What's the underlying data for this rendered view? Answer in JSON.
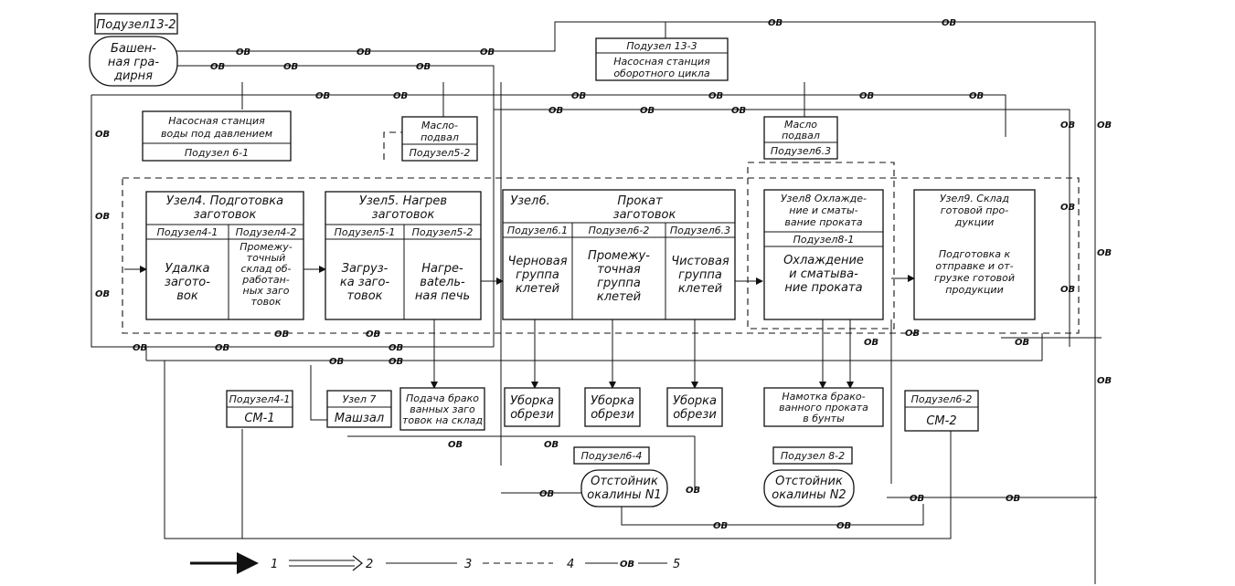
{
  "nodes": {
    "podusel13_2": "Подузел13-2",
    "tower": [
      "Башен-",
      "ная гра-",
      "дирня"
    ],
    "podusel13_3": "Подузел 13-3",
    "pump_circ": [
      "Насосная станция",
      "оборотного цикла"
    ],
    "pump_pressure": [
      "Насосная станция",
      "воды под давлением"
    ],
    "podusel6_1": "Подузел 6-1",
    "oil1": [
      "Масло-",
      "подвал"
    ],
    "podusel5_2a": "Подузел5-2",
    "oil2": [
      "Масло",
      "подвал"
    ],
    "podusel6_3a": "Подузел6.3",
    "uzel4": [
      "Узел4. Подготовка",
      "заготовок"
    ],
    "p4_1": "Подузел4-1",
    "p4_2": "Подузел4-2",
    "p4_1_body": [
      "Удалка",
      "загото-",
      "вок"
    ],
    "p4_2_body": [
      "Промежу-",
      "точный",
      "склад об-",
      "работан-",
      "ных заго",
      "товок"
    ],
    "uzel5": [
      "Узел5. Нагрев",
      "заготовок"
    ],
    "p5_1": "Подузел5-1",
    "p5_2": "Подузел5-2",
    "p5_1_body": [
      "Загруз-",
      "ка заго-",
      "товок"
    ],
    "p5_2_body": [
      "Нагре-",
      "вatель-",
      "ная печь"
    ],
    "uzel6": [
      "Узел6.",
      "Прокат",
      "заготовок"
    ],
    "p6_1": "Подузел6.1",
    "p6_2": "Подузел6-2",
    "p6_3": "Подузел6.3",
    "p6_1_body": [
      "Черновая",
      "группа",
      "клетей"
    ],
    "p6_2_body": [
      "Промежу-",
      "точная",
      "группа",
      "клетей"
    ],
    "p6_3_body": [
      "Чистовая",
      "группа",
      "клетей"
    ],
    "uzel8": [
      "Узел8 Охлажде-",
      "ние и сматы-",
      "вание проката"
    ],
    "p8_1": "Подузел8-1",
    "p8_1_body": [
      "Охлаждение",
      "и сматыва-",
      "ние проката"
    ],
    "uzel9": [
      "Узел9. Склад",
      "готовой про-",
      "дукции"
    ],
    "p9_body": [
      "Подготовка к",
      "отправке и от-",
      "грузке готовой",
      "продукции"
    ],
    "sm1_head": "Подузел4-1",
    "sm1": "СМ-1",
    "uzel7_head": "Узел 7",
    "uzel7": "Машзал",
    "reject_feed": [
      "Подача брако",
      "ванных заго",
      "товок на склад"
    ],
    "scrap1": [
      "Уборка",
      "обрези"
    ],
    "scrap2": [
      "Уборка",
      "обрези"
    ],
    "scrap3": [
      "Уборка",
      "обрези"
    ],
    "winding": [
      "Намотка брако-",
      "ванного проката",
      "в бунты"
    ],
    "sm2_head": "Подузел6-2",
    "sm2": "СМ-2",
    "p6_4": "Подузел6-4",
    "settler1": [
      "Отстойник",
      "окалины N1"
    ],
    "p8_2": "Подузел 8-2",
    "settler2": [
      "Отстойник",
      "окалины N2"
    ]
  },
  "flow_label": "ОВ",
  "legend": {
    "items": [
      "1",
      "2",
      "3",
      "4",
      "5"
    ],
    "line5_label": "ОВ"
  }
}
